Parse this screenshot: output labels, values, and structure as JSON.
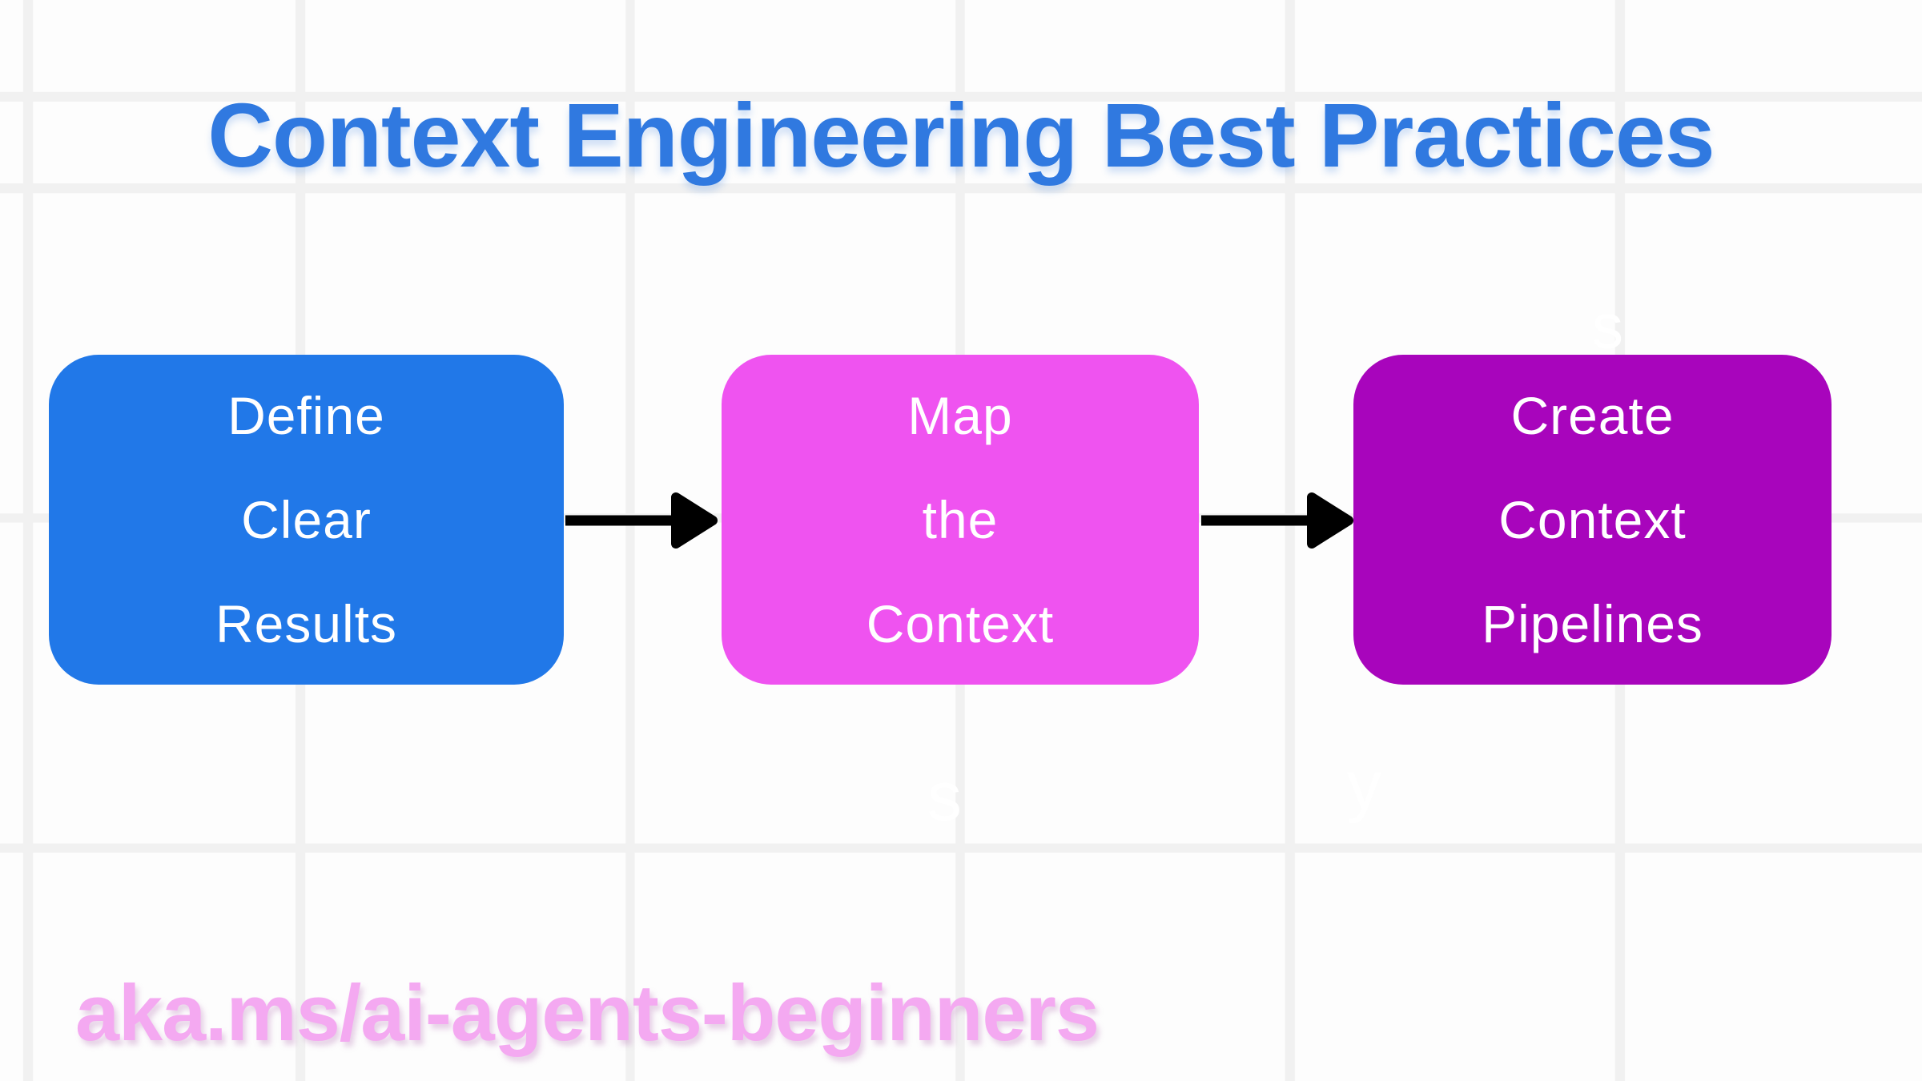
{
  "title": {
    "text": "Context Engineering Best Practices",
    "color": "#3079E0"
  },
  "flow": {
    "steps": [
      {
        "label": "Define\nClear\nResults",
        "color": "#2178E8"
      },
      {
        "label": "Map\nthe\nContext",
        "color": "#EF53F0"
      },
      {
        "label": "Create\nContext\nPipelines",
        "color": "#A805BC"
      }
    ],
    "arrow_color": "#000000"
  },
  "footer": {
    "link": "aka.ms/ai-agents-beginners",
    "color": "#F4A9F1"
  },
  "background": {
    "color": "#FDFDFD",
    "gridline_color": "#F1F1F1"
  },
  "artifacts": {
    "hidden_glyphs": [
      "s",
      "y",
      "s"
    ]
  }
}
